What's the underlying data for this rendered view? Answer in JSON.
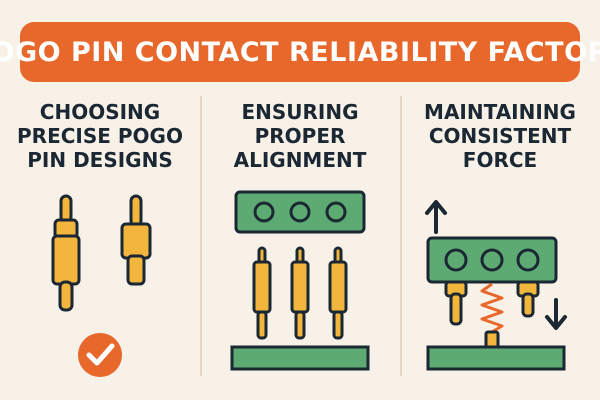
{
  "banner": {
    "title": "POGO PIN CONTACT RELIABILITY FACTORS"
  },
  "panels": [
    {
      "title": "CHOOSING\nPRECISE POGO\nPIN DESIGNS",
      "icon": "checkmark-icon"
    },
    {
      "title": "ENSURING\nPROPER\nALIGNMENT",
      "icon": "connector-board-icon"
    },
    {
      "title": "MAINTAINING\nCONSISTENT\nFORCE",
      "icon": "spring-force-icon"
    }
  ],
  "colors": {
    "accent": "#e8672b",
    "pin": "#f2b63c",
    "board": "#5dab72",
    "ink": "#1b2733",
    "background": "#f7f1e7",
    "spring": "#e8672b"
  }
}
